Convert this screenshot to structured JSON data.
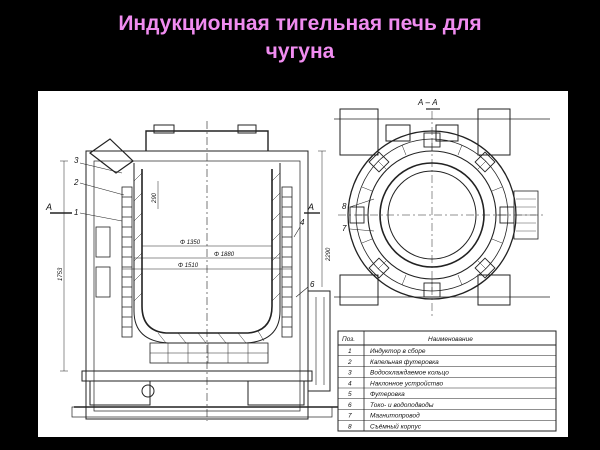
{
  "slide": {
    "title_line1": "Индукционная тигельная печь для",
    "title_line2": "чугуна",
    "background_color": "#000000",
    "title_color": "#f08cf0"
  },
  "drawing": {
    "section_labels": {
      "left": "А",
      "right": "А",
      "top": "А – А"
    },
    "dimensions": {
      "d1": "Φ 1350",
      "d2": "Φ 1880",
      "d3": "Φ 1510",
      "h1": "1753",
      "h2": "2290",
      "h3": "290"
    },
    "callouts": [
      "3",
      "2",
      "1",
      "4",
      "6",
      "8",
      "7"
    ],
    "legend": {
      "headers": [
        "Поз.",
        "Наименование"
      ],
      "rows": [
        [
          "1",
          "Индуктор в сборе"
        ],
        [
          "2",
          "Капельная футеровка"
        ],
        [
          "3",
          "Водоохлаждаемое кольцо"
        ],
        [
          "4",
          "Наклонное устройство"
        ],
        [
          "5",
          "Футеровка"
        ],
        [
          "6",
          "Токо- и водоподводы"
        ],
        [
          "7",
          "Магнитопровод"
        ],
        [
          "8",
          "Съёмный корпус"
        ]
      ]
    }
  }
}
